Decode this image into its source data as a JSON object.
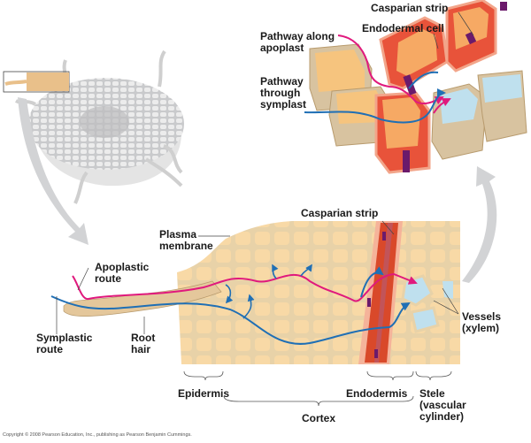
{
  "figure": {
    "topic": "Water and mineral transport routes from root hair to xylem",
    "labels": {
      "casparian_strip_top": "Casparian strip",
      "endodermal_cell": "Endodermal cell",
      "pathway_apoplast": "Pathway along\napoplast",
      "pathway_symplast": "Pathway\nthrough\nsymplast",
      "plasma_membrane": "Plasma\nmembrane",
      "apoplastic_route": "Apoplastic\nroute",
      "symplastic_route": "Symplastic\nroute",
      "root_hair": "Root\nhair",
      "casparian_strip_bottom": "Casparian strip",
      "vessels": "Vessels\n(xylem)",
      "epidermis": "Epidermis",
      "endodermis": "Endodermis",
      "stele": "Stele\n(vascular\ncylinder)",
      "cortex": "Cortex"
    },
    "copyright": "Copyright © 2008 Pearson Education, Inc., publishing as Pearson Benjamin Cummings."
  },
  "colors": {
    "apoplast_route": "#e0197d",
    "symplast_route": "#1f6fb5",
    "casparian_strip": "#6b1a6b",
    "endodermis": "#d9492a",
    "cell_wall": "#e8d2a8",
    "cytoplasm": "#f8c98a",
    "xylem": "#bfe0ee",
    "gray_arrow": "#cfd0d2"
  }
}
